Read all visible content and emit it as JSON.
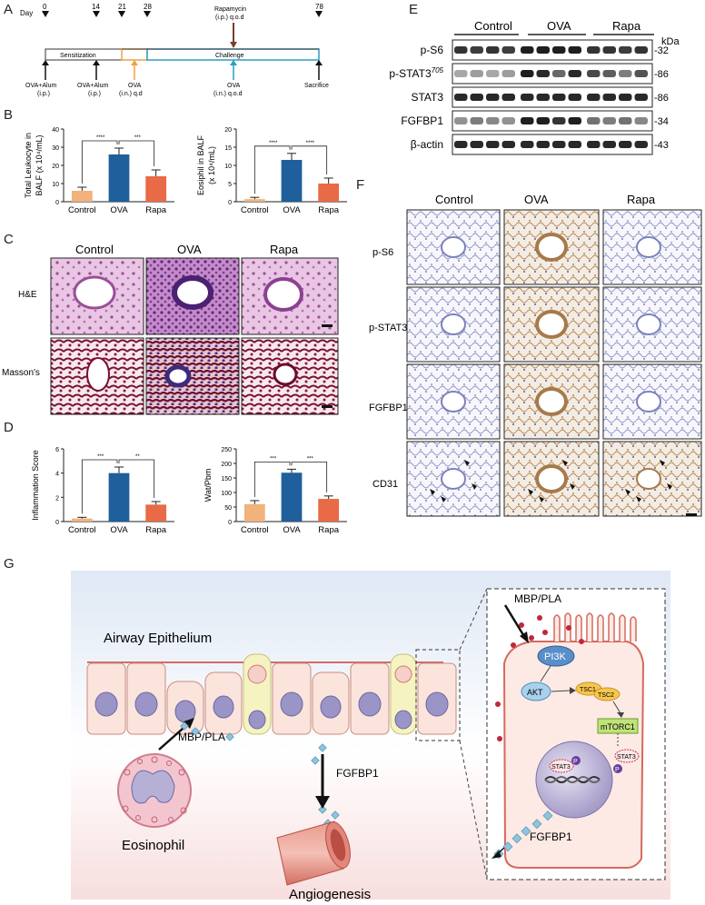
{
  "panels": {
    "A": "A",
    "B": "B",
    "C": "C",
    "D": "D",
    "E": "E",
    "F": "F",
    "G": "G"
  },
  "timeline": {
    "day_label": "Day",
    "days": [
      "0",
      "14",
      "21",
      "28",
      "78"
    ],
    "sensitization": "Sensitization",
    "challenge": "Challenge",
    "rapamycin_line1": "Rapamycin",
    "rapamycin_line2": "(i.p.) q.o.d",
    "ova_alum_1": "OVA+Alum",
    "ova_alum_1_route": "(i.p.)",
    "ova_alum_2": "OVA+Alum",
    "ova_alum_2_route": "(i.p.)",
    "ova_in_1": "OVA",
    "ova_in_1_route": "(i.n.) q.d",
    "ova_in_2": "OVA",
    "ova_in_2_route": "(i.n.) q.o.d",
    "sacrifice": "Sacrifice"
  },
  "chart_data": [
    {
      "type": "bar",
      "panel": "B",
      "categories": [
        "Control",
        "OVA",
        "Rapa"
      ],
      "values": [
        6,
        26,
        14
      ],
      "errors": [
        2,
        3.5,
        3.5
      ],
      "ylabel_line1": "Total Leukocyte in",
      "ylabel_line2": "BALF (x 10⁴/mL)",
      "ylim": [
        0,
        40
      ],
      "yticks": [
        "0",
        "10",
        "20",
        "30",
        "40"
      ],
      "significance": [
        "****",
        "***"
      ]
    },
    {
      "type": "bar",
      "panel": "B",
      "categories": [
        "Control",
        "OVA",
        "Rapa"
      ],
      "values": [
        0.7,
        11.5,
        5
      ],
      "errors": [
        0.5,
        1.8,
        1.5
      ],
      "ylabel_line1": "Eosiphil in BALF",
      "ylabel_line2": "(x 10⁴/mL)",
      "ylim": [
        0,
        20
      ],
      "yticks": [
        "0",
        "5",
        "10",
        "15",
        "20"
      ],
      "significance": [
        "****",
        "****"
      ]
    },
    {
      "type": "bar",
      "panel": "D",
      "categories": [
        "Control",
        "OVA",
        "Rapa"
      ],
      "values": [
        0.25,
        4,
        1.4
      ],
      "errors": [
        0.1,
        0.5,
        0.25
      ],
      "ylabel_line1": "Inflammation Score",
      "ylabel_line2": "",
      "ylim": [
        0,
        6
      ],
      "yticks": [
        "0",
        "2",
        "4",
        "6"
      ],
      "significance": [
        "***",
        "**"
      ]
    },
    {
      "type": "bar",
      "panel": "D",
      "categories": [
        "Control",
        "OVA",
        "Rapa"
      ],
      "values": [
        60,
        168,
        78
      ],
      "errors": [
        12,
        12,
        10
      ],
      "ylabel_line1": "Wat/Pbm",
      "ylabel_line2": "",
      "ylim": [
        0,
        250
      ],
      "yticks": [
        "0",
        "50",
        "100",
        "150",
        "200",
        "250"
      ],
      "significance": [
        "***",
        "***"
      ]
    }
  ],
  "bar_colors": [
    "#f1b27c",
    "#1f5f9c",
    "#e96a47"
  ],
  "histo": {
    "col_headers": [
      "Control",
      "OVA",
      "Rapa"
    ],
    "row_labels": [
      "H&E",
      "Masson's"
    ]
  },
  "western": {
    "group_headers": [
      "Control",
      "OVA",
      "Rapa"
    ],
    "kda_label": "kDa",
    "rows": [
      {
        "label": "p-S6",
        "kda": "-32"
      },
      {
        "label": "p-STAT3",
        "sup": "705",
        "kda": "-86"
      },
      {
        "label": "STAT3",
        "kda": "-86"
      },
      {
        "label": "FGFBP1",
        "kda": "-34"
      },
      {
        "label": "β-actin",
        "kda": "-43"
      }
    ]
  },
  "ihc": {
    "col_headers": [
      "Control",
      "OVA",
      "Rapa"
    ],
    "row_labels": [
      "p-S6",
      "p-STAT3",
      "FGFBP1",
      "CD31"
    ]
  },
  "schematic": {
    "airway": "Airway Epithelium",
    "mbp_left": "MBP/PLA",
    "eosinophil": "Eosinophil",
    "fgfbp1_left": "FGFBP1",
    "angiogenesis": "Angiogenesis",
    "mbp_right": "MBP/PLA",
    "pi3k": "PI3K",
    "akt": "AKT",
    "tsc1": "TSC1",
    "tsc2": "TSC2",
    "mtorc1": "mTORC1",
    "stat3_a": "STAT3",
    "stat3_b": "STAT3",
    "p_a": "P",
    "p_b": "P",
    "fgfbp1_right": "FGFBP1"
  }
}
